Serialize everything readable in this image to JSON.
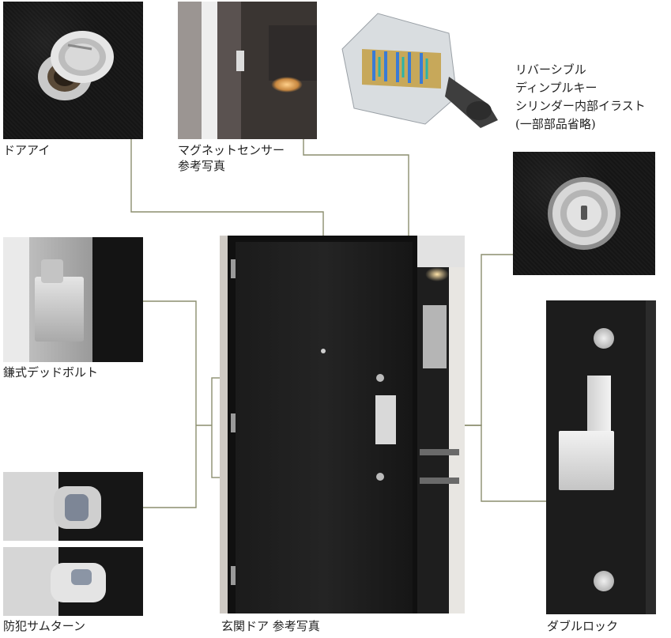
{
  "captions": {
    "door_eye": "ドアアイ",
    "magnet_sensor_line1": "マグネットセンサー",
    "magnet_sensor_line2": "参考写真",
    "cylinder_line1": "リバーシブル",
    "cylinder_line2": "ディンプルキー",
    "cylinder_line3": "シリンダー内部イラスト",
    "cylinder_line4": "(一部部品省略)",
    "deadbolt": "鎌式デッドボルト",
    "thumb_turn": "防犯サムターン",
    "entrance_door": "玄関ドア 参考写真",
    "double_lock": "ダブルロック"
  },
  "colors": {
    "connector_line": "#8b8e6f",
    "door_panel": "#161616",
    "background": "#ffffff"
  },
  "icons": {
    "key_brand": "Clavis"
  }
}
